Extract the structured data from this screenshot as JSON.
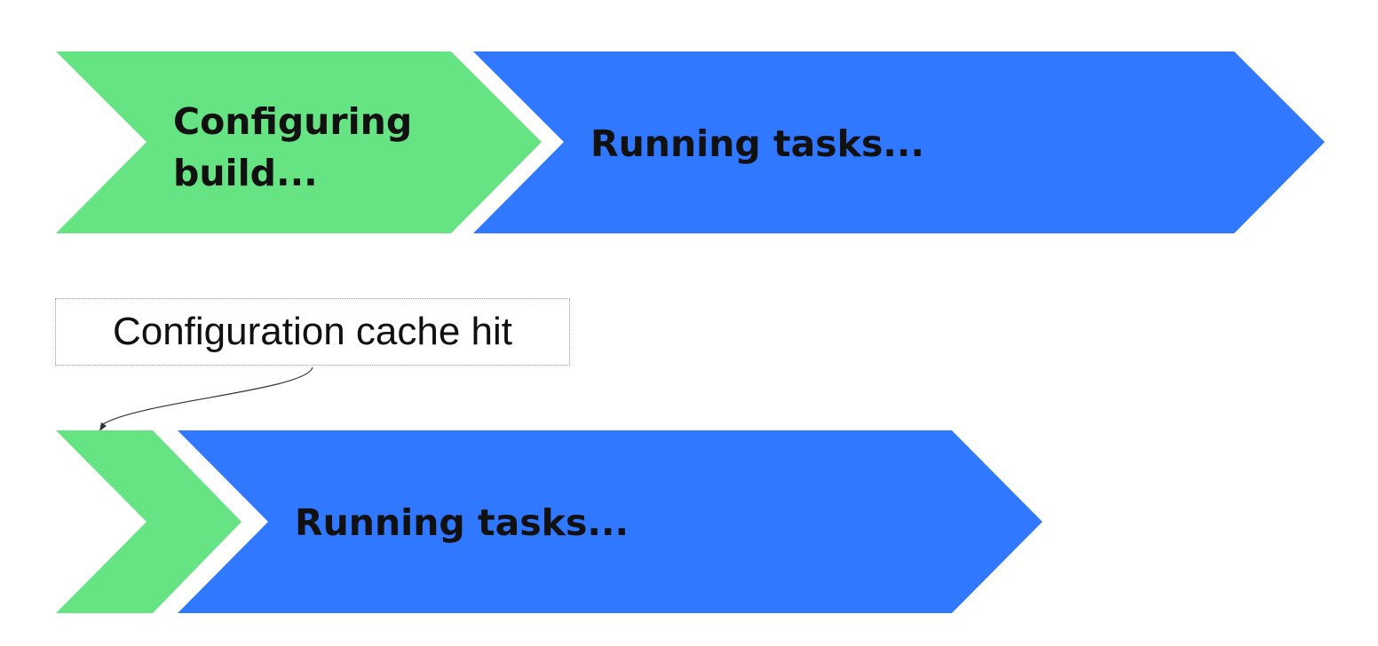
{
  "colors": {
    "configure": "#66e383",
    "run": "#3078ff",
    "text": "#111111"
  },
  "row1": {
    "configure_label": "Configuring build...",
    "run_label": "Running tasks..."
  },
  "callout": {
    "text": "Configuration cache hit"
  },
  "row2": {
    "run_label": "Running tasks..."
  }
}
